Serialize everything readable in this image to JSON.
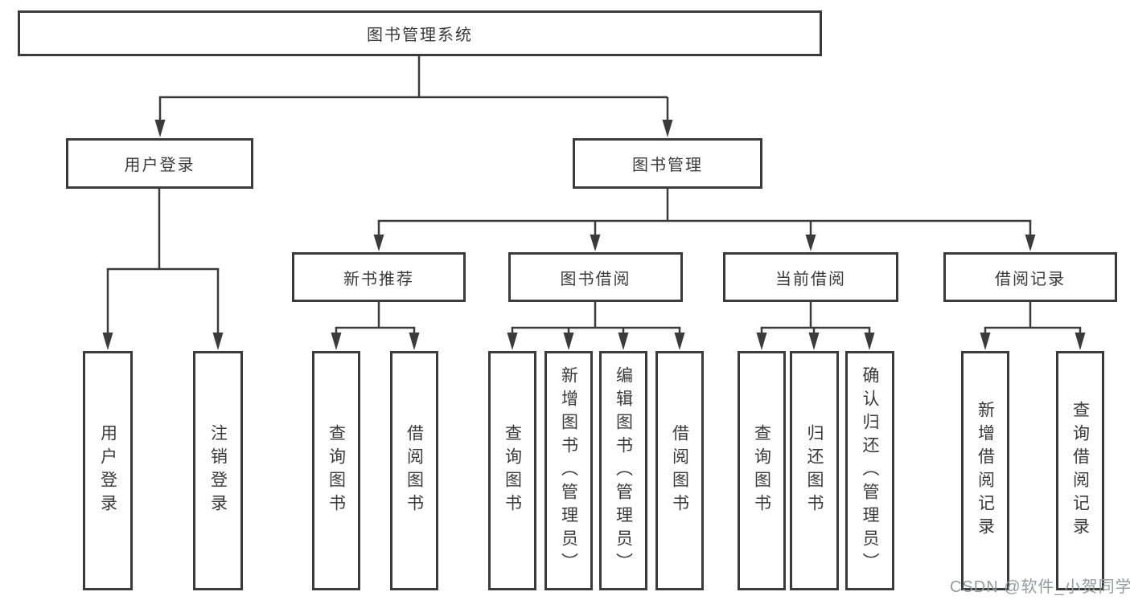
{
  "diagram": {
    "type": "hierarchy-tree",
    "root": {
      "label": "图书管理系统"
    },
    "level2": [
      {
        "label": "用户登录"
      },
      {
        "label": "图书管理"
      }
    ],
    "level3": [
      {
        "parent": "图书管理",
        "label": "新书推荐"
      },
      {
        "parent": "图书管理",
        "label": "图书借阅"
      },
      {
        "parent": "图书管理",
        "label": "当前借阅"
      },
      {
        "parent": "图书管理",
        "label": "借阅记录"
      }
    ],
    "leaves": [
      {
        "parent": "用户登录",
        "label": "用户登录"
      },
      {
        "parent": "用户登录",
        "label": "注销登录"
      },
      {
        "parent": "新书推荐",
        "label": "查询图书"
      },
      {
        "parent": "新书推荐",
        "label": "借阅图书"
      },
      {
        "parent": "图书借阅",
        "label": "查询图书"
      },
      {
        "parent": "图书借阅",
        "label": "新增图书（管理员）"
      },
      {
        "parent": "图书借阅",
        "label": "编辑图书（管理员）"
      },
      {
        "parent": "图书借阅",
        "label": "借阅图书"
      },
      {
        "parent": "当前借阅",
        "label": "查询图书"
      },
      {
        "parent": "当前借阅",
        "label": "归还图书"
      },
      {
        "parent": "当前借阅",
        "label": "确认归还（管理员）"
      },
      {
        "parent": "借阅记录",
        "label": "新增借阅记录"
      },
      {
        "parent": "借阅记录",
        "label": "查询借阅记录"
      }
    ],
    "colors": {
      "line": "#3b3b3b",
      "text": "#3a3a3a",
      "background": "#ffffff",
      "watermark_gray": "#959aa0"
    }
  },
  "watermark": {
    "text": "CSDN @软件_小贺同学"
  }
}
